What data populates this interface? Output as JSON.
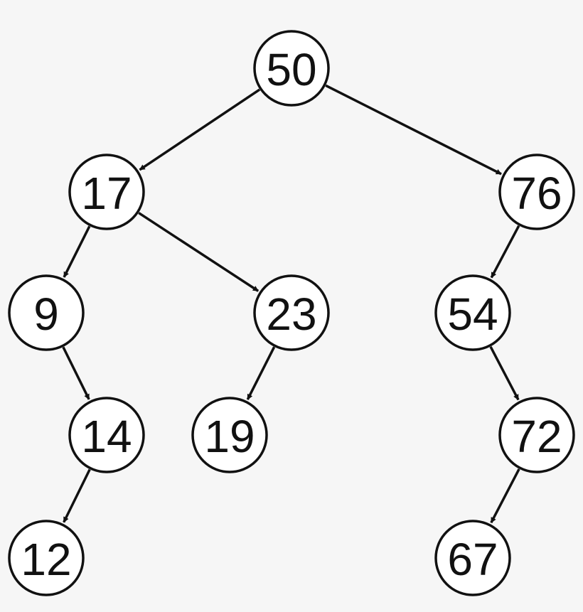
{
  "tree": {
    "nodes": [
      {
        "id": "n50",
        "label": "50"
      },
      {
        "id": "n17",
        "label": "17"
      },
      {
        "id": "n76",
        "label": "76"
      },
      {
        "id": "n9",
        "label": "9"
      },
      {
        "id": "n23",
        "label": "23"
      },
      {
        "id": "n54",
        "label": "54"
      },
      {
        "id": "n14",
        "label": "14"
      },
      {
        "id": "n19",
        "label": "19"
      },
      {
        "id": "n72",
        "label": "72"
      },
      {
        "id": "n12",
        "label": "12"
      },
      {
        "id": "n67",
        "label": "67"
      }
    ],
    "edges": [
      {
        "from": "n50",
        "to": "n17"
      },
      {
        "from": "n50",
        "to": "n76"
      },
      {
        "from": "n17",
        "to": "n9"
      },
      {
        "from": "n17",
        "to": "n23"
      },
      {
        "from": "n76",
        "to": "n54"
      },
      {
        "from": "n9",
        "to": "n14"
      },
      {
        "from": "n23",
        "to": "n19"
      },
      {
        "from": "n54",
        "to": "n72"
      },
      {
        "from": "n14",
        "to": "n12"
      },
      {
        "from": "n72",
        "to": "n67"
      }
    ]
  },
  "colors": {
    "background": "#f6f6f6",
    "stroke": "#111111",
    "node_fill": "#ffffff"
  }
}
